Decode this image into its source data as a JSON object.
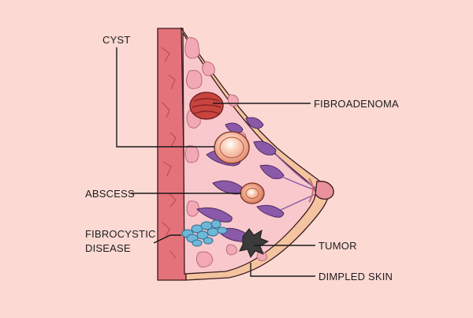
{
  "labels": {
    "cyst": "CYST",
    "fibroadenoma": "FIBROADENOMA",
    "abscess": "ABSCESS",
    "fibrocystic_line1": "FIBROCYSTIC",
    "fibrocystic_line2": "DISEASE",
    "tumor": "TUMOR",
    "dimpled_skin": "DIMPLED SKIN"
  },
  "colors": {
    "background": "#fcd9d3",
    "muscle": "#e4727a",
    "fat_tissue": "#f3a9b5",
    "skin": "#f4c4a0",
    "lobules": "#8a5aa8",
    "fibroadenoma": "#c8443f",
    "cyst": "#f6b89a",
    "fibrocystic": "#6fb7d8",
    "tumor": "#3b3b3b"
  }
}
